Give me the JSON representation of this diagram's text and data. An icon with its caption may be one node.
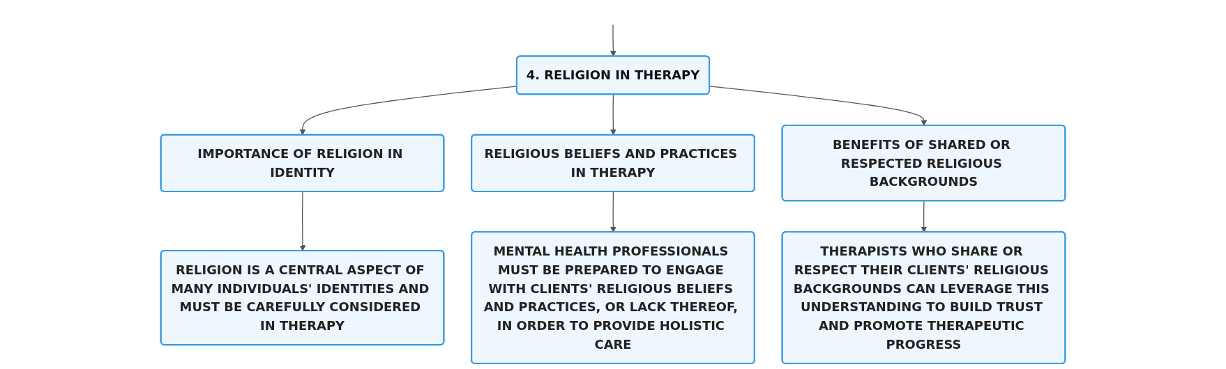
{
  "diagram": {
    "nodes": [
      {
        "text": [
          "4. RELIGION IN THERAPY"
        ]
      },
      {
        "text": [
          "IMPORTANCE OF RELIGION IN IDENTITY"
        ]
      },
      {
        "text": [
          "RELIGION IS A CENTRAL ASPECT OF MANY INDIVIDUALS' IDENTITIES AND MUST BE CAREFULLY CONSIDERED IN THERAPY"
        ]
      },
      {
        "text": [
          "RELIGIOUS BELIEFS AND PRACTICES IN THERAPY"
        ]
      },
      {
        "text": [
          "MENTAL HEALTH PROFESSIONALS MUST BE PREPARED TO ENGAGE WITH CLIENTS' RELIGIOUS BELIEFS AND PRACTICES, OR LACK THEREOF, IN ORDER TO PROVIDE HOLISTIC CARE"
        ]
      },
      {
        "text": [
          "BENEFITS OF SHARED OR RESPECTED RELIGIOUS BACKGROUNDS"
        ]
      },
      {
        "text": [
          "THERAPISTS WHO SHARE OR RESPECT THEIR CLIENTS' RELIGIOUS BACKGROUNDS CAN LEVERAGE THIS UNDERSTANDING TO BUILD TRUST AND PROMOTE THERAPEUTIC PROGRESS"
        ]
      }
    ],
    "edges": [
      {
        "from": null,
        "to": 0,
        "arrow": "to"
      },
      {
        "from": 0,
        "to": 1,
        "arrow": "to"
      },
      {
        "from": 0,
        "to": 3,
        "arrow": "to"
      },
      {
        "from": 0,
        "to": 5,
        "arrow": "to"
      },
      {
        "from": 1,
        "to": 2,
        "arrow": "to"
      },
      {
        "from": 3,
        "to": 4,
        "arrow": "to"
      },
      {
        "from": 5,
        "to": 6,
        "arrow": "to"
      }
    ]
  }
}
